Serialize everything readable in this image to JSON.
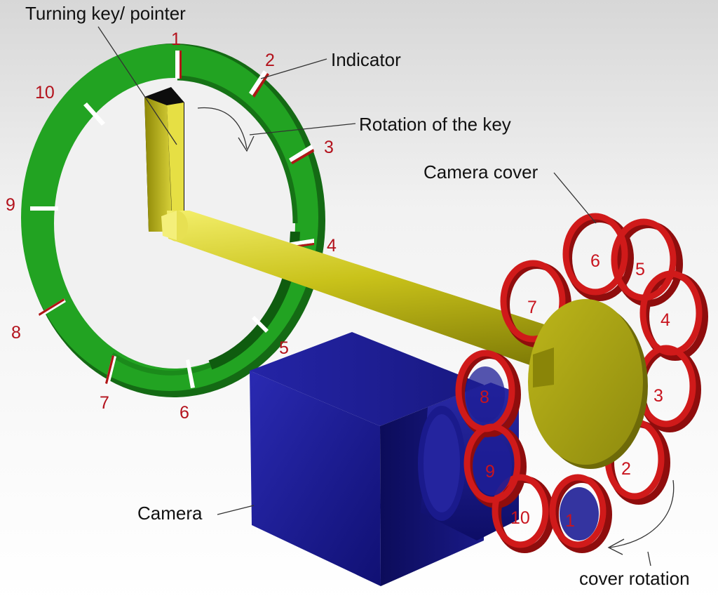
{
  "labels": {
    "turning_key": "Turning key/ pointer",
    "indicator": "Indicator",
    "rotation_key": "Rotation of the key",
    "camera_cover": "Camera cover",
    "camera": "Camera",
    "cover_rotation": "cover rotation"
  },
  "dial_numbers": [
    "1",
    "2",
    "3",
    "4",
    "5",
    "6",
    "7",
    "8",
    "9",
    "10"
  ],
  "cover_numbers": [
    "1",
    "2",
    "3",
    "4",
    "5",
    "6",
    "7",
    "8",
    "9",
    "10"
  ],
  "colors": {
    "dial": "#1f9a1f",
    "shaft": "#c9c21a",
    "camera": "#1d1d9a",
    "cover_ring": "#d01919",
    "number_text": "#b3121c"
  }
}
